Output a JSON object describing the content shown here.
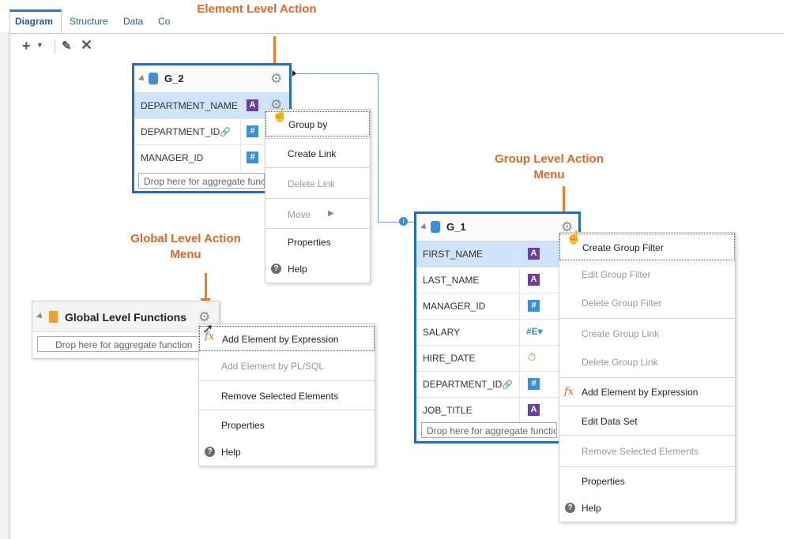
{
  "tabs": [
    {
      "label": "Diagram"
    },
    {
      "label": "Structure"
    },
    {
      "label": "Data"
    },
    {
      "label": "Co"
    }
  ],
  "callouts": {
    "element": "Element Level Action",
    "group_line1": "Group Level Action",
    "group_line2": "Menu",
    "global_line1": "Global Level Action",
    "global_line2": "Menu"
  },
  "g2": {
    "title": "G_2",
    "rows": [
      {
        "name": "DEPARTMENT_NAME",
        "type": "A"
      },
      {
        "name": "DEPARTMENT_ID",
        "type": "#"
      },
      {
        "name": "MANAGER_ID",
        "type": "#"
      }
    ],
    "drop": "Drop here for aggregate function"
  },
  "g1": {
    "title": "G_1",
    "rows": [
      {
        "name": "FIRST_NAME",
        "type": "A"
      },
      {
        "name": "LAST_NAME",
        "type": "A"
      },
      {
        "name": "MANAGER_ID",
        "type": "#"
      },
      {
        "name": "SALARY",
        "type": "#E"
      },
      {
        "name": "HIRE_DATE",
        "type": "date"
      },
      {
        "name": "DEPARTMENT_ID",
        "type": "#"
      },
      {
        "name": "JOB_TITLE",
        "type": "A"
      }
    ],
    "drop": "Drop here for aggregate function"
  },
  "global": {
    "title": "Global Level Functions",
    "drop": "Drop here for aggregate function"
  },
  "element_menu": {
    "items": [
      "Group by",
      "Create Link",
      "Delete Link",
      "Move",
      "Properties",
      "Help"
    ]
  },
  "group_menu": {
    "items": [
      "Create Group Filter",
      "Edit Group Filter",
      "Delete Group Filter",
      "Create Group Link",
      "Delete Group Link",
      "Add Element by Expression",
      "Edit Data Set",
      "Remove Selected Elements",
      "Properties",
      "Help"
    ]
  },
  "global_menu": {
    "items": [
      "Add Element by Expression",
      "Add Element by PL/SQL",
      "Remove Selected Elements",
      "Properties",
      "Help"
    ]
  },
  "colors": {
    "accent": "#1f6fba",
    "callout": "#e0662a",
    "arrow": "#f07b22"
  }
}
